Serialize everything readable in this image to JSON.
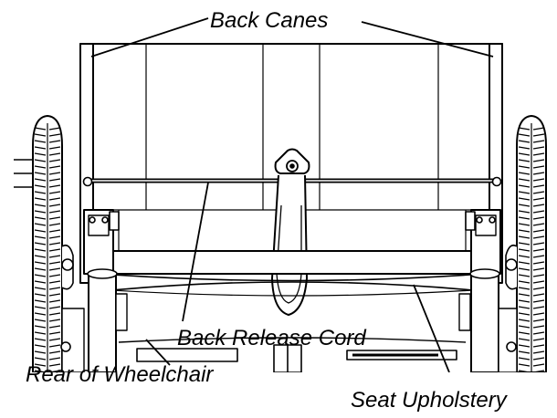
{
  "labels": {
    "back_canes": "Back Canes",
    "back_release_cord": "Back Release Cord",
    "rear_of_wheelchair": "Rear of Wheelchair",
    "seat_upholstery": "Seat Upholstery"
  },
  "colors": {
    "ink": "#000000",
    "paper": "#ffffff",
    "shade": "#d9d9d9"
  }
}
